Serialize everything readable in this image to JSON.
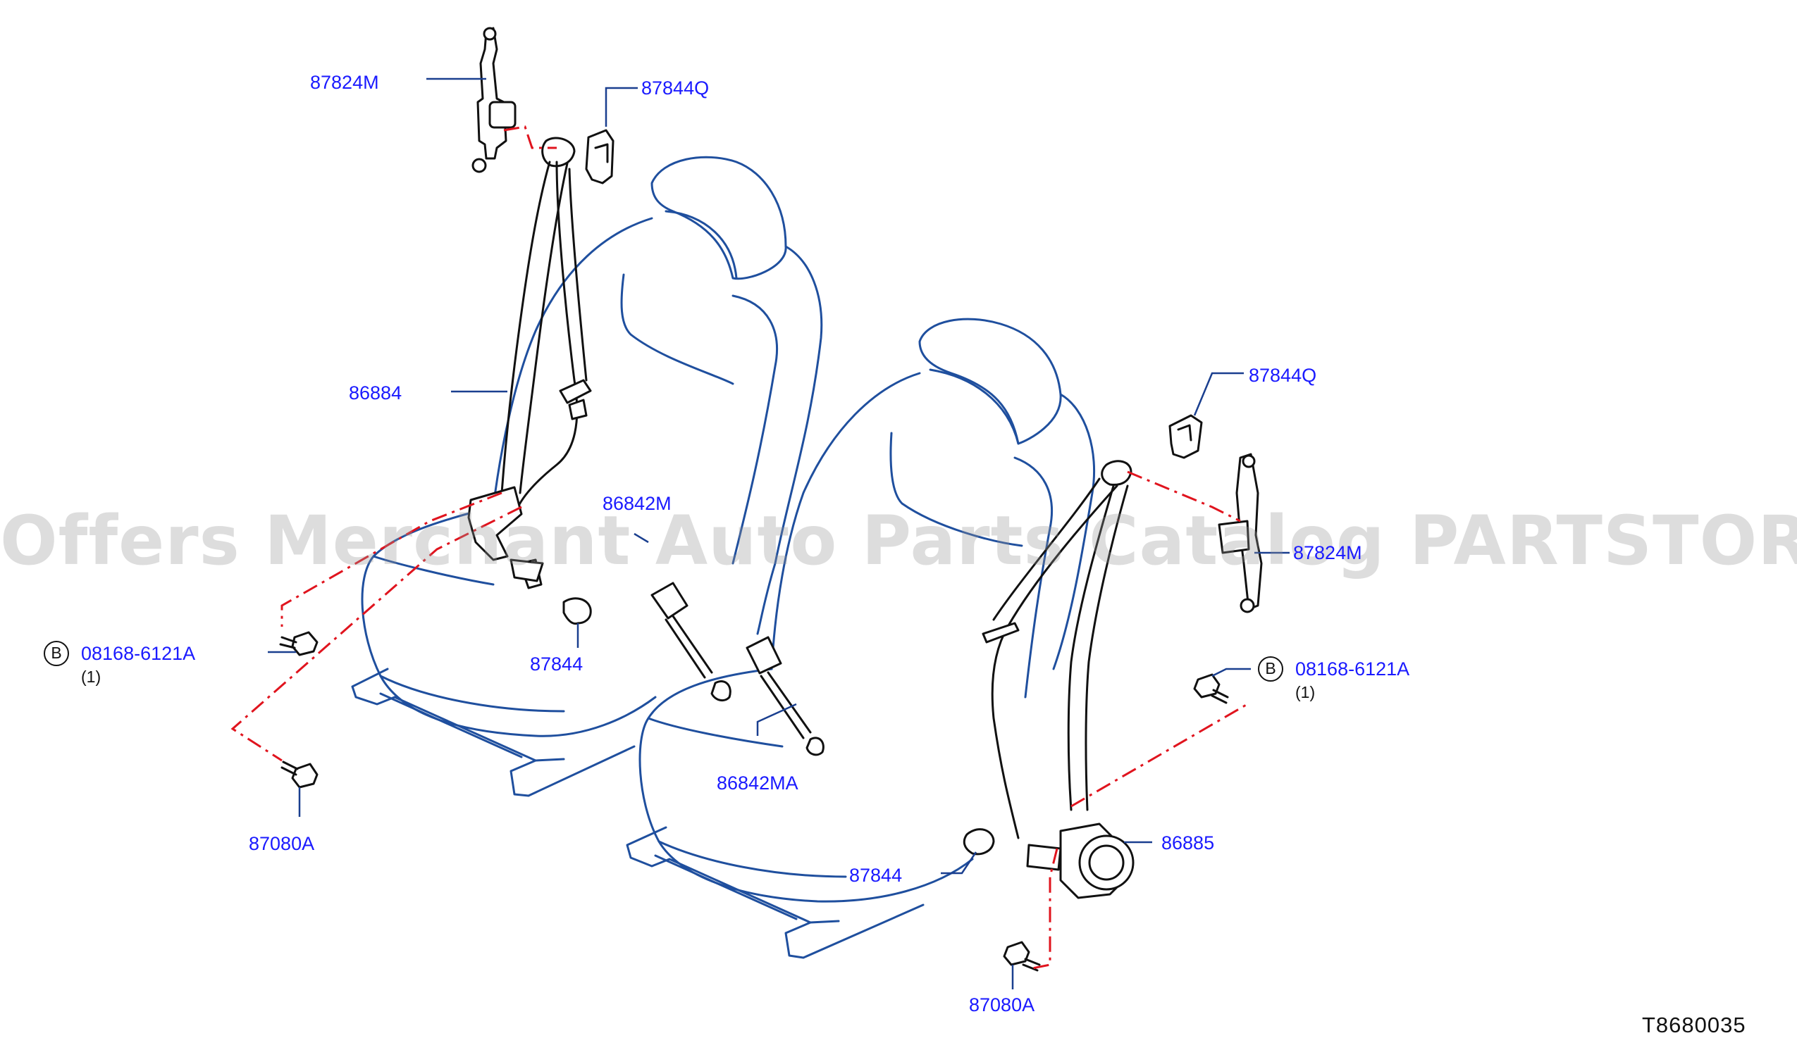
{
  "diagram": {
    "reference_code": "T8680035",
    "watermark": "Offers Merchant Auto Parts Catalog PARTSTORE.SA",
    "callouts": [
      {
        "id": "c1",
        "text": "87824M"
      },
      {
        "id": "c2",
        "text": "87844Q"
      },
      {
        "id": "c3",
        "text": "86884"
      },
      {
        "id": "c4",
        "text": "86842M"
      },
      {
        "id": "c5",
        "text": "08168-6121A",
        "badge": "B",
        "qty": "(1)"
      },
      {
        "id": "c6",
        "text": "87844"
      },
      {
        "id": "c7",
        "text": "87080A"
      },
      {
        "id": "c8",
        "text": "86842MA"
      },
      {
        "id": "c9",
        "text": "87844Q"
      },
      {
        "id": "c10",
        "text": "87824M"
      },
      {
        "id": "c11",
        "text": "08168-6121A",
        "badge": "B",
        "qty": "(1)"
      },
      {
        "id": "c12",
        "text": "86885"
      },
      {
        "id": "c13",
        "text": "87844"
      },
      {
        "id": "c14",
        "text": "87080A"
      }
    ]
  }
}
